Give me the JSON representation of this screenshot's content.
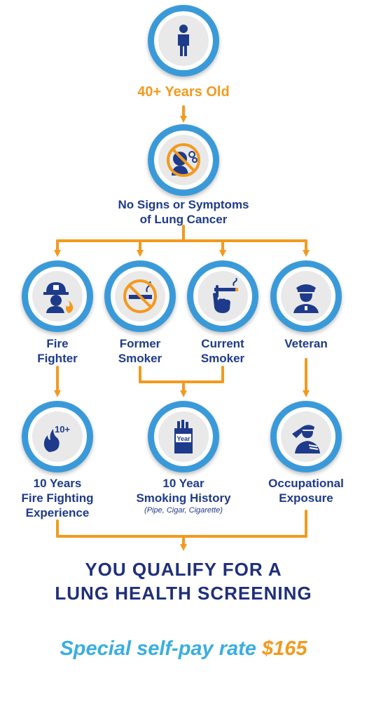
{
  "nodes": {
    "age": {
      "icon": "person-icon",
      "label": "40+ Years Old"
    },
    "no_symptoms": {
      "icon": "no-coughing-icon",
      "label_lines": [
        "No Signs or Symptoms",
        "of Lung Cancer"
      ]
    },
    "fire_fighter": {
      "icon": "firefighter-icon",
      "label_lines": [
        "Fire",
        "Fighter"
      ]
    },
    "former_smoker": {
      "icon": "no-smoking-icon",
      "label_lines": [
        "Former",
        "Smoker"
      ]
    },
    "current_smoker": {
      "icon": "hand-cigarette-icon",
      "label_lines": [
        "Current",
        "Smoker"
      ]
    },
    "veteran": {
      "icon": "soldier-icon",
      "label_lines": [
        "Veteran"
      ]
    },
    "fire_experience": {
      "icon": "flame-10-plus-icon",
      "icon_text": "10+",
      "label_lines": [
        "10 Years",
        "Fire Fighting",
        "Experience"
      ]
    },
    "smoking_history": {
      "icon": "cigarette-pack-icon",
      "icon_text": "Year",
      "label_lines": [
        "10 Year",
        "Smoking History"
      ],
      "sublabel": "(Pipe, Cigar, Cigarette)"
    },
    "occupational": {
      "icon": "saluting-soldier-icon",
      "label_lines": [
        "Occupational",
        "Exposure"
      ]
    }
  },
  "result": {
    "lines": [
      "YOU QUALIFY FOR A",
      "LUNG HEALTH SCREENING"
    ]
  },
  "rate": {
    "text": "Special self-pay rate",
    "price": "$165"
  },
  "colors": {
    "arrow": "#f39a1e",
    "ring": "#3a9ad9",
    "icon": "#1e3a8a",
    "title": "#1e2f7a",
    "rate_text": "#3aaee0",
    "rate_price": "#f39a1e"
  }
}
